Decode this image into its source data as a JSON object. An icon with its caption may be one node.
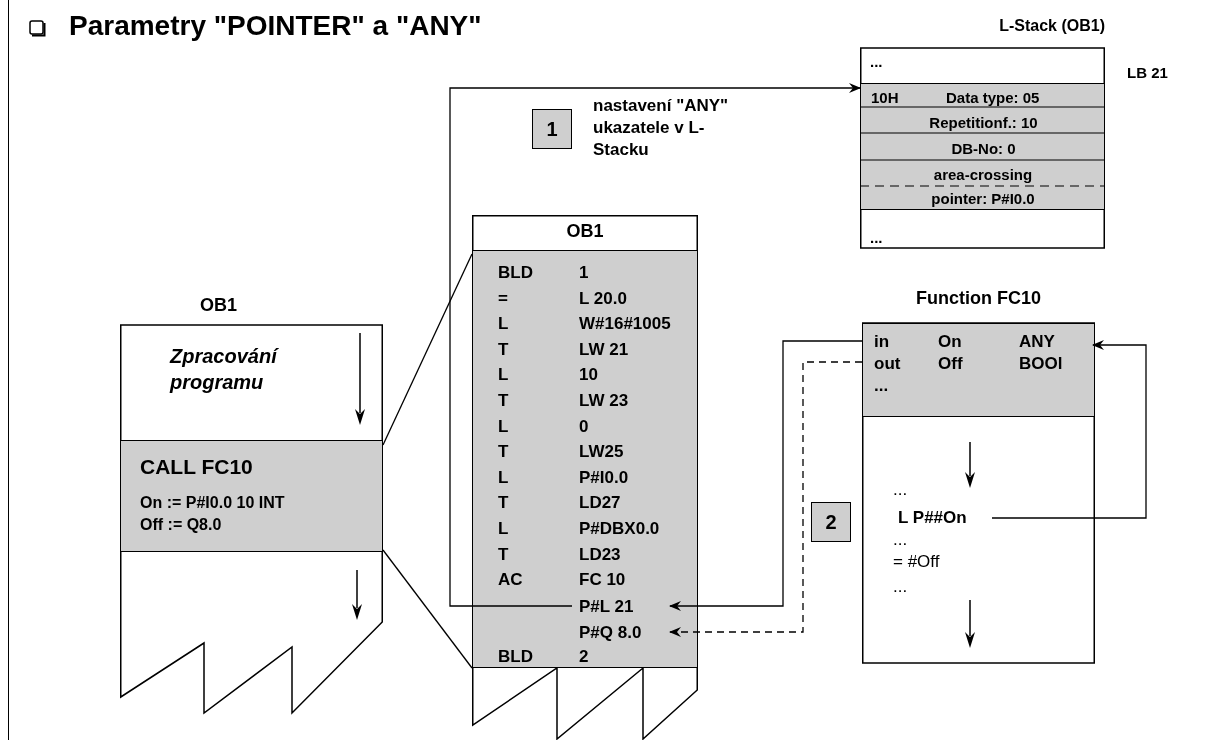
{
  "diagram": {
    "title": "Parametry \"POINTER\" a \"ANY\"",
    "nodes": [
      {
        "text": [
          "L-Stack (OB1)",
          "...",
          "..."
        ]
      },
      {
        "text": [
          "10H",
          "Data type: 05",
          "Repetitionf.: 10",
          "DB-No: 0",
          "area-crossing pointer: P#I0.0"
        ],
        "in": 0
      },
      {
        "text": [
          "OB1"
        ]
      },
      {
        "text": [
          "BLD",
          "1",
          "=",
          "L 20.0",
          "L",
          "W#16#1005",
          "T",
          "LW 21",
          "L",
          "10",
          "T",
          "LW 23",
          "L",
          "0",
          "T",
          "LW25",
          "L",
          "P#I0.0",
          "T",
          "LD27",
          "L",
          "P#DBX0.0",
          "T",
          "LD23",
          "AC",
          "FC 10",
          "BLD",
          "2"
        ],
        "in": 2
      },
      {
        "text": [
          "P#L 21"
        ],
        "in": 3
      },
      {
        "text": [
          "P#Q 8.0"
        ],
        "in": 3
      },
      {
        "text": [
          "Function FC10"
        ]
      },
      {
        "text": [
          "in",
          "On",
          "ANY",
          "out",
          "Off",
          "BOOl",
          "..."
        ],
        "in": 6
      },
      {
        "text": [
          "...",
          "...",
          "= #Off",
          "..."
        ],
        "in": 6
      },
      {
        "text": [
          "L P##On"
        ],
        "in": 8
      },
      {
        "text": [
          "OB1",
          "Zpracování programu"
        ]
      },
      {
        "text": [
          "CALL FC10",
          "On := P#I0.0 10 INT",
          "Off := Q8.0"
        ],
        "in": 10
      }
    ],
    "edges": [
      {
        "from": 4,
        "to": 1,
        "arrow": "to"
      },
      {
        "from": 7,
        "to": 4,
        "arrow": "to"
      },
      {
        "from": 7,
        "to": 5,
        "arrow": "to",
        "style": "dashed"
      },
      {
        "from": 9,
        "to": 7,
        "arrow": "to"
      },
      {
        "from": 11,
        "to": 2,
        "arrow": "none"
      },
      {
        "from": 11,
        "to": 2,
        "arrow": "none"
      }
    ],
    "labels": [
      "LB 21",
      "1",
      "nastavení \"ANY\" ukazatele v L-Stacku",
      "2"
    ]
  }
}
